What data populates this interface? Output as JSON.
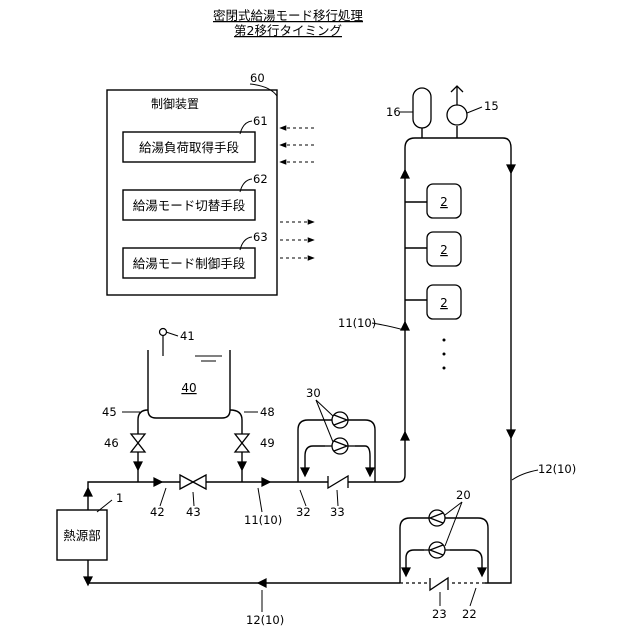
{
  "title": {
    "line1": "密閉式給湯モード移行処理",
    "line2": "第2移行タイミング"
  },
  "controller": {
    "ref": "60",
    "label": "制御装置",
    "modules": [
      {
        "ref": "61",
        "label": "給湯負荷取得手段"
      },
      {
        "ref": "62",
        "label": "給湯モード切替手段"
      },
      {
        "ref": "63",
        "label": "給湯モード制御手段"
      }
    ]
  },
  "heat_source": {
    "ref": "1",
    "label": "熱源部"
  },
  "tank": {
    "ref": "40",
    "sensor_ref": "41",
    "out_pipe_ref": "45",
    "in_pipe_ref": "48",
    "valve_left_ref": "46",
    "valve_right_ref": "49"
  },
  "supply_pipe": {
    "ref_a": "42",
    "valve_ref": "43",
    "label": "11(10)",
    "label_vertical": "11(10)"
  },
  "pumps_upper": {
    "ref": "30",
    "bypass_ref": "32",
    "check_ref": "33"
  },
  "pumps_lower": {
    "ref": "20",
    "bypass_ref": "22",
    "check_ref": "23"
  },
  "return_pipe": {
    "label_bottom": "12(10)",
    "label_right": "12(10)"
  },
  "top_devices": {
    "tank_ref": "16",
    "valve_ref": "15"
  },
  "units": [
    {
      "label": "2"
    },
    {
      "label": "2"
    },
    {
      "label": "2"
    }
  ]
}
